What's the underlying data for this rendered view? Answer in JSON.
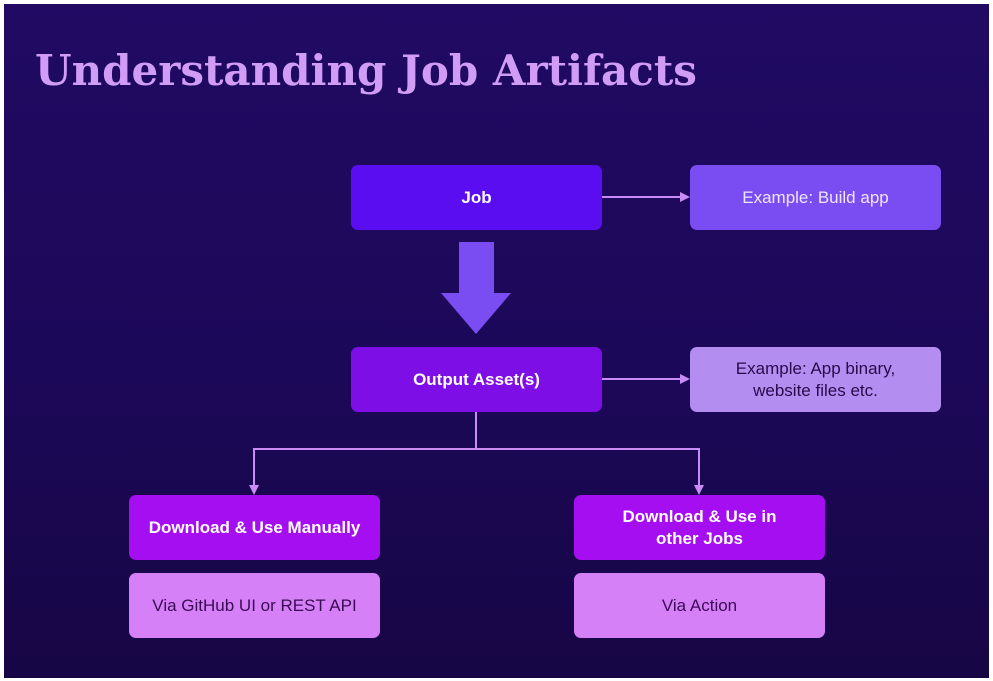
{
  "slide": {
    "title": "Understanding Job Artifacts",
    "background_color": "#1c0858",
    "title_color": "#d19cf6"
  },
  "diagram": {
    "job": {
      "label": "Job"
    },
    "job_example": {
      "label": "Example: Build app"
    },
    "output": {
      "label": "Output Asset(s)"
    },
    "output_example": {
      "label": "Example: App binary, website files etc."
    },
    "download_manual": {
      "label": "Download & Use Manually"
    },
    "download_manual_detail": {
      "label": "Via GitHub UI or REST API"
    },
    "download_jobs": {
      "label": "Download & Use in other Jobs"
    },
    "download_jobs_detail": {
      "label": "Via Action"
    },
    "colors": {
      "connector": "#c98bf5",
      "big_arrow": "#7a4df2"
    }
  }
}
